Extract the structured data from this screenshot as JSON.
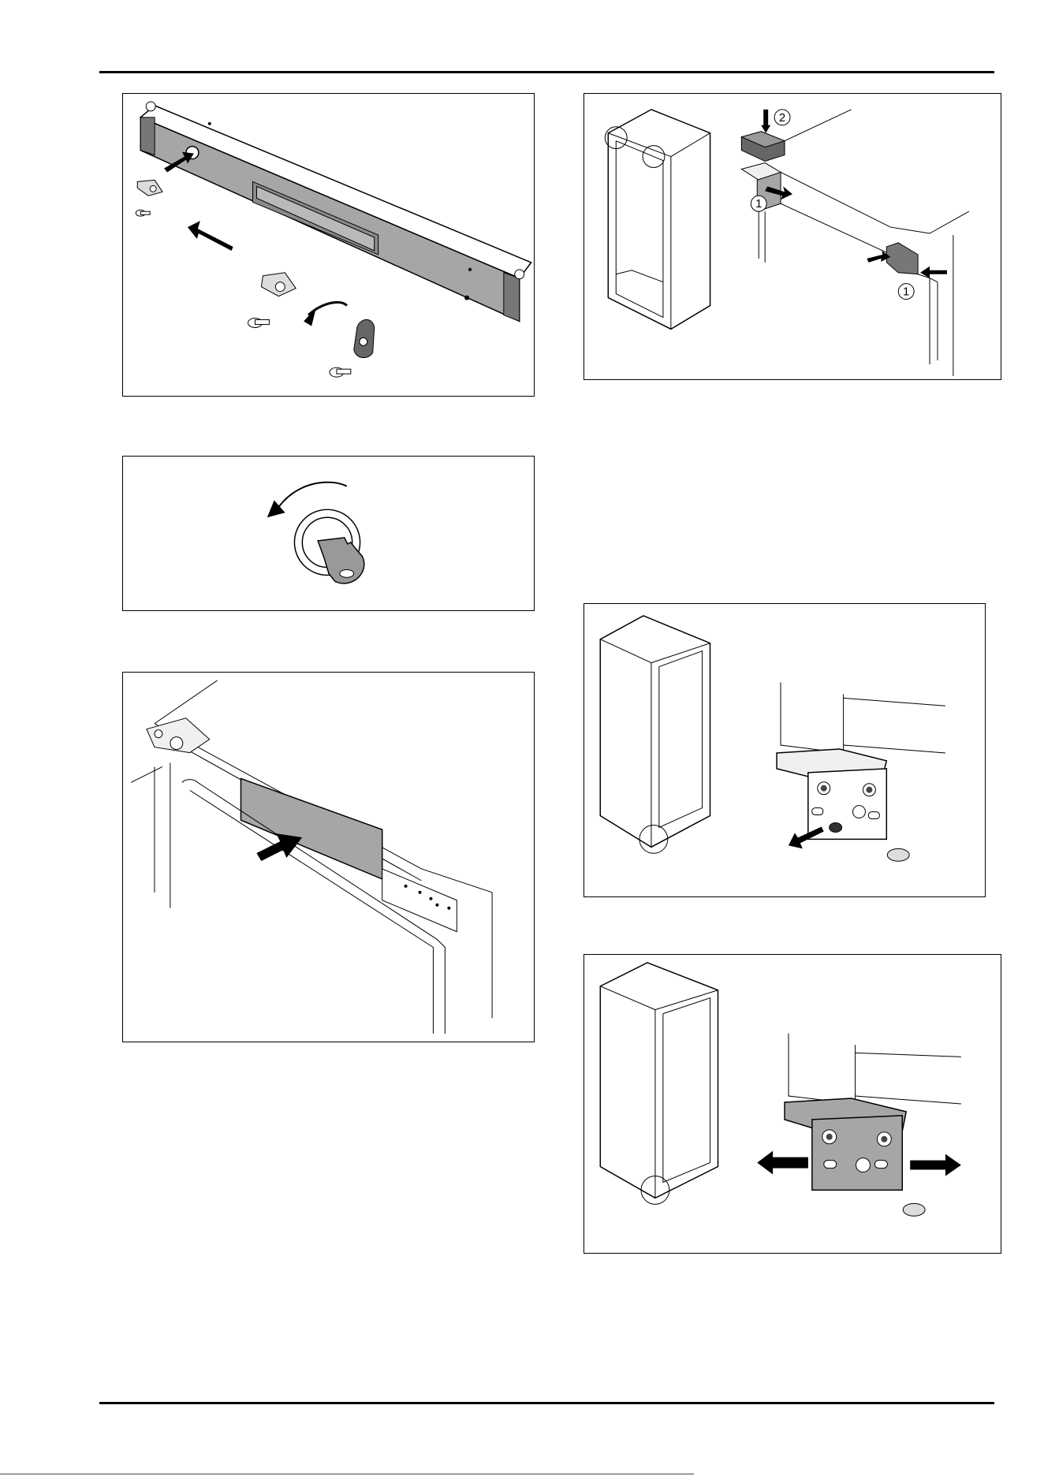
{
  "figures": {
    "top_right": {
      "callout_2": "2",
      "callout_1a": "1",
      "callout_1b": "1"
    }
  },
  "colors": {
    "line": "#000000",
    "panel_gray": "#a6a6a6",
    "dark_gray": "#555555",
    "light_gray": "#dcdcdc"
  }
}
